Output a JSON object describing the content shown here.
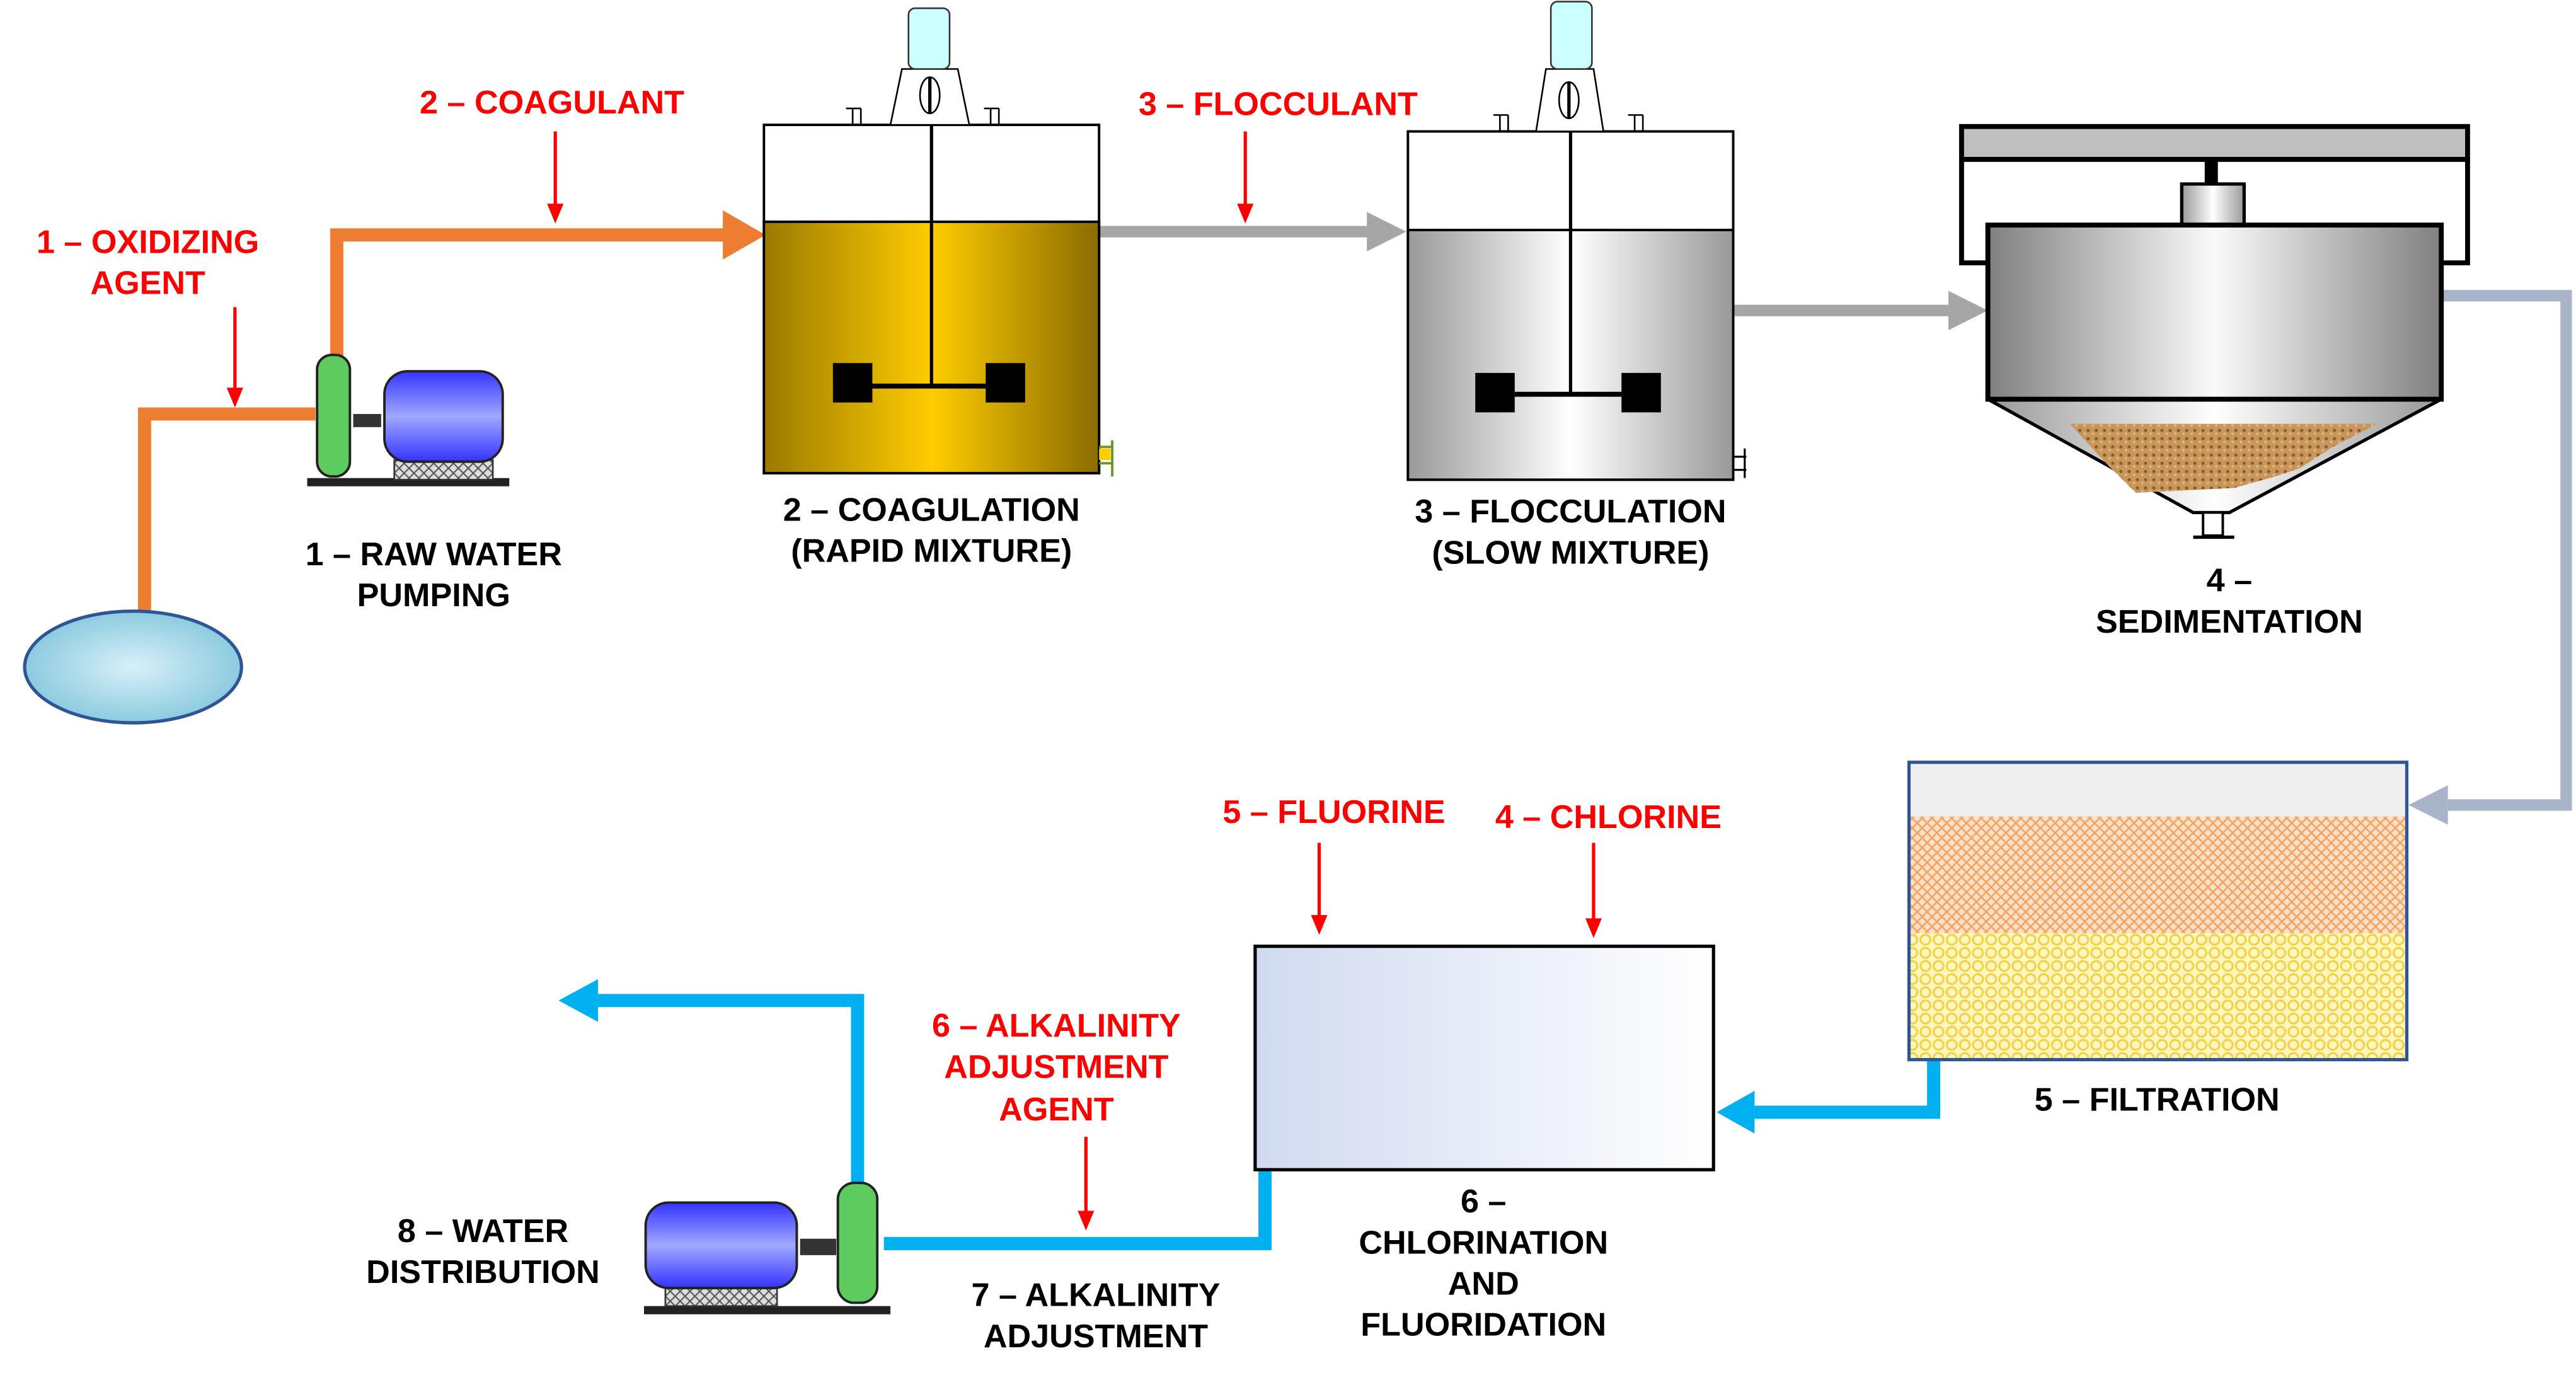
{
  "chemicals": {
    "oxidizing": [
      "1 – OXIDIZING",
      "AGENT"
    ],
    "coagulant": "2 – COAGULANT",
    "flocculant": "3 – FLOCCULANT",
    "chlorine": "4 –  CHLORINE",
    "fluorine": "5 – FLUORINE",
    "alkalinity_agent": [
      "6 – ALKALINITY",
      "ADJUSTMENT",
      "AGENT"
    ]
  },
  "stages": {
    "pumping": [
      "1 – RAW WATER",
      "PUMPING"
    ],
    "coagulation": [
      "2 – COAGULATION",
      "(RAPID MIXTURE)"
    ],
    "flocculation": [
      "3 – FLOCCULATION",
      "(SLOW MIXTURE)"
    ],
    "sedimentation": [
      "4 –",
      "SEDIMENTATION"
    ],
    "filtration": "5 – FILTRATION",
    "chlorination": [
      "6 –",
      "CHLORINATION",
      "AND",
      "FLUORIDATION"
    ],
    "alkalinity": [
      "7 – ALKALINITY",
      "ADJUSTMENT"
    ],
    "distribution": [
      "8 – WATER",
      "DISTRIBUTION"
    ]
  },
  "colors": {
    "chemical_label": "#ff0000",
    "raw_pipe": "#ed7d31",
    "process_pipe": "#a6a6a6",
    "settled_pipe": "#aab4c8",
    "treated_pipe": "#00b0f0",
    "coagulation_liquid": "#ffcc00"
  }
}
